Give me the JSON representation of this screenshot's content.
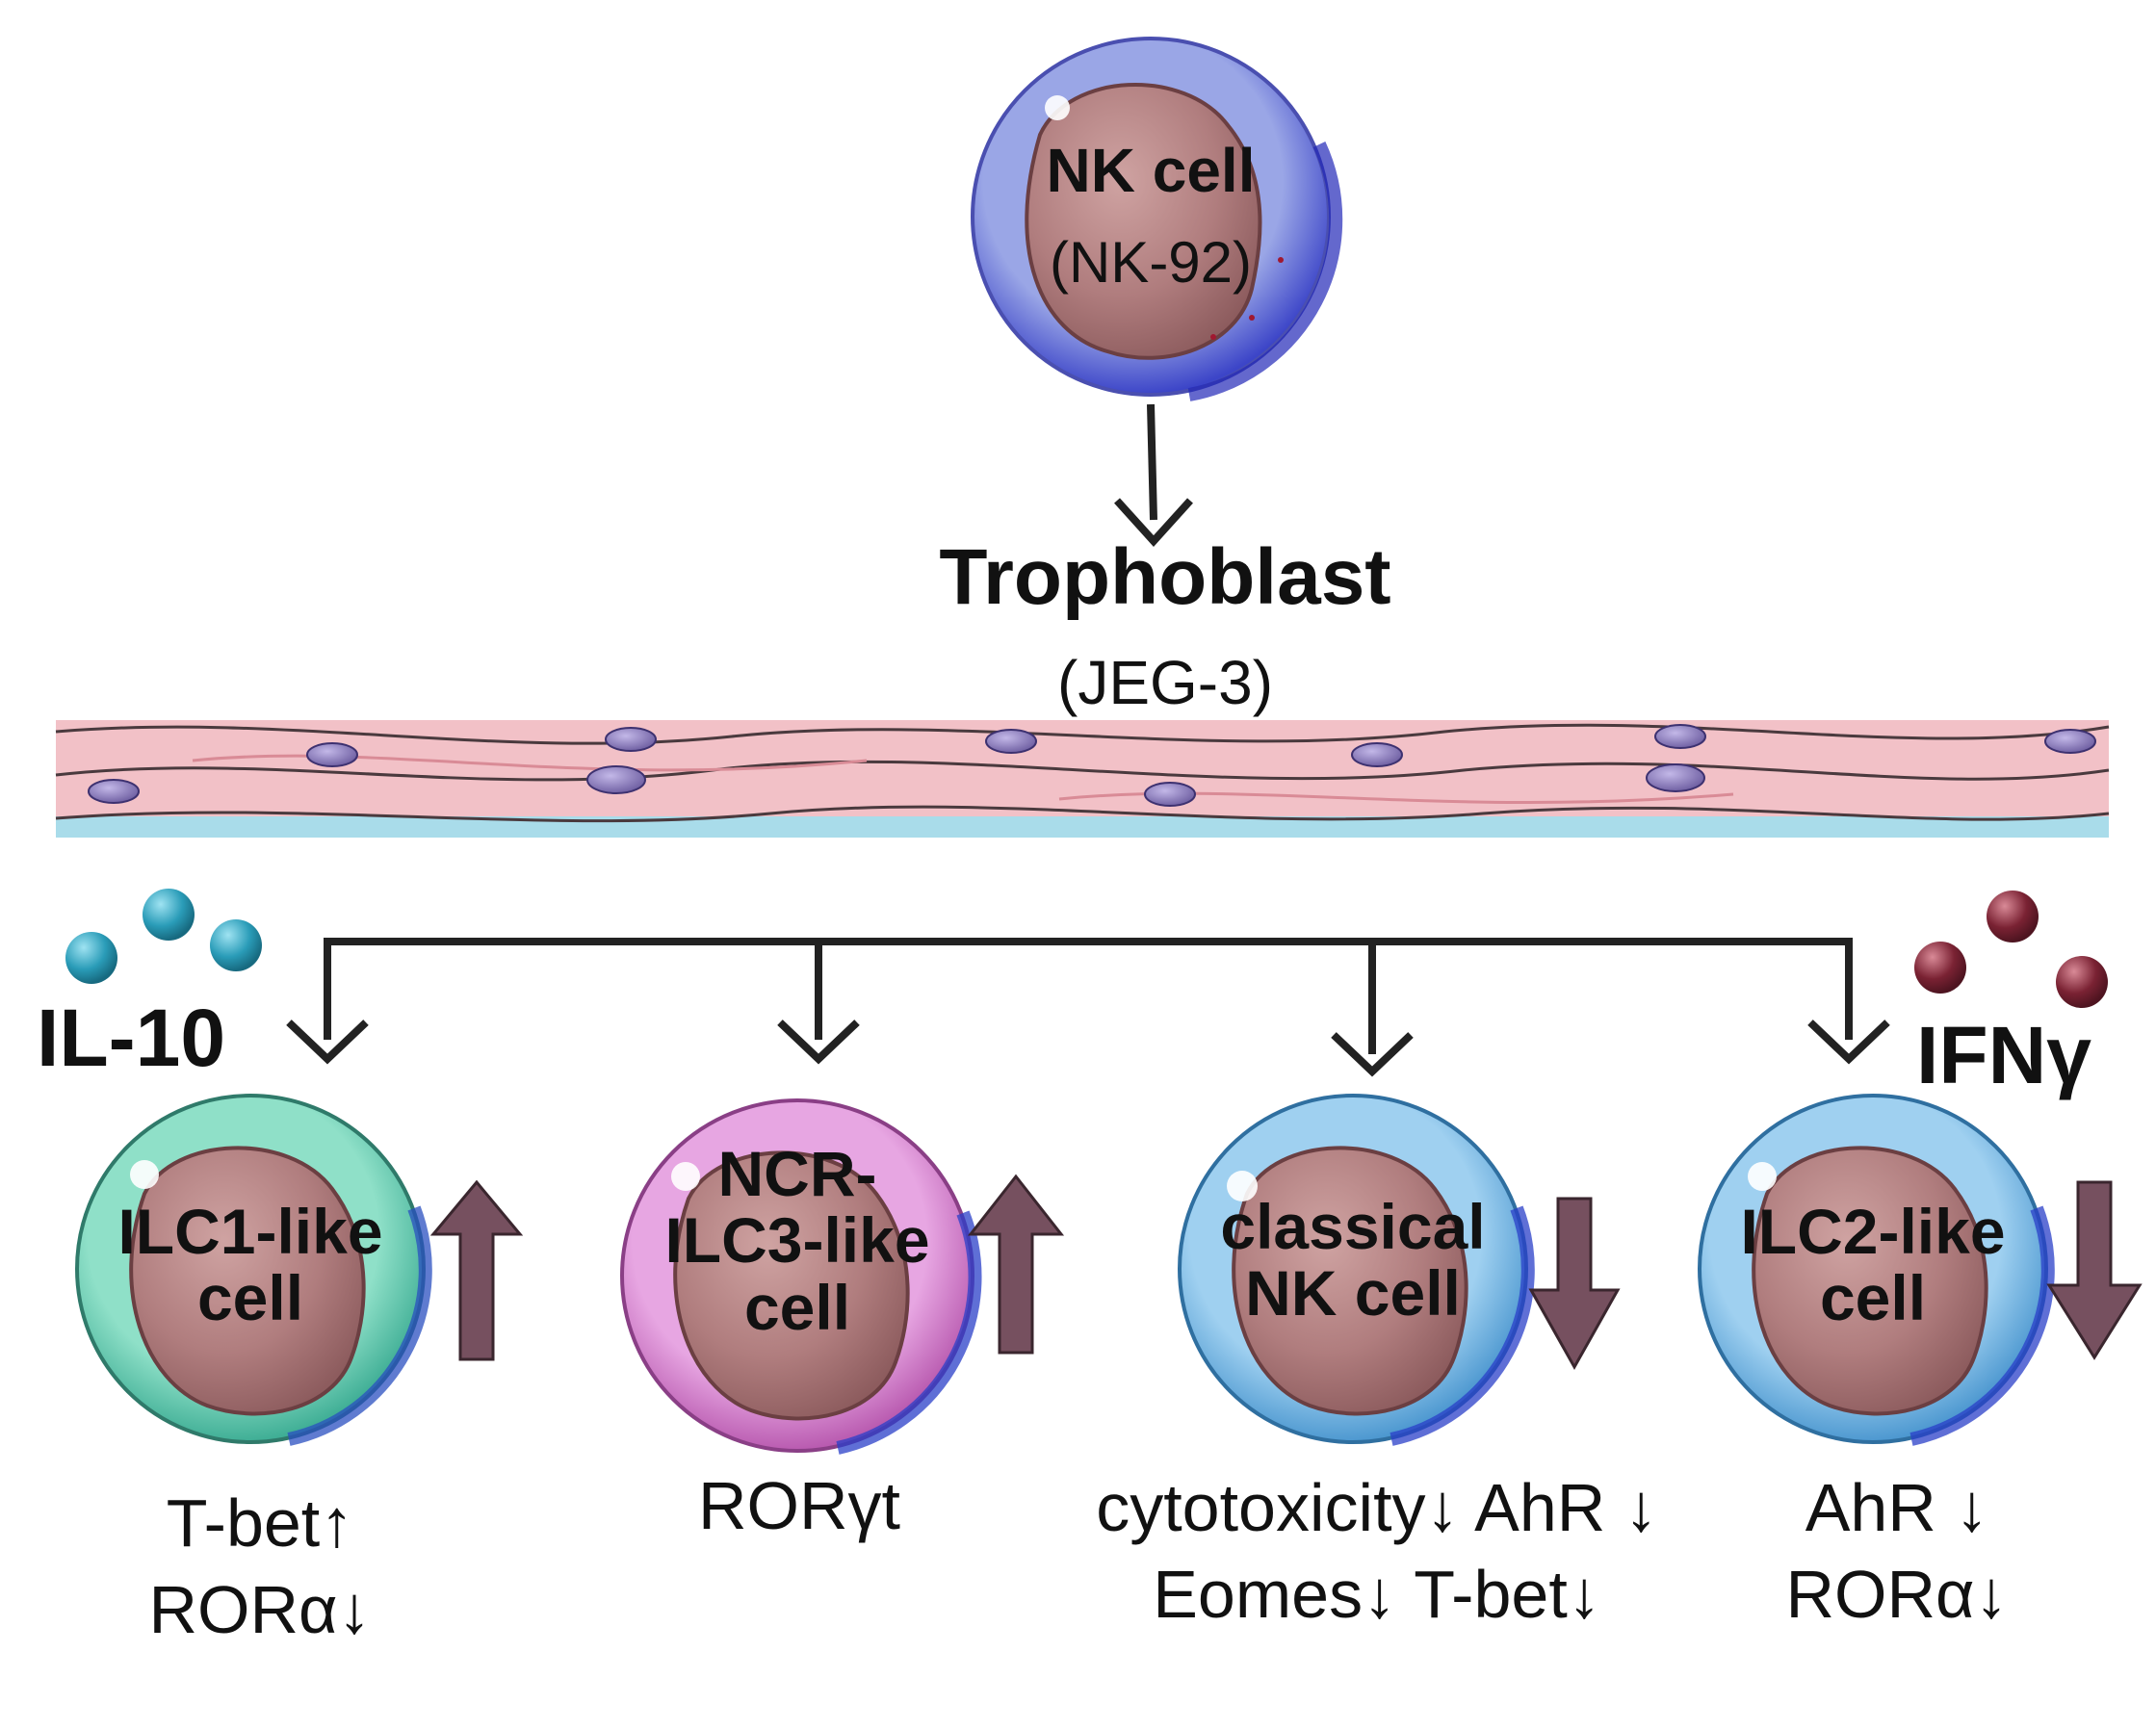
{
  "top_cell": {
    "title": "NK cell",
    "subtitle": "(NK-92)"
  },
  "trophoblast": {
    "title": "Trophoblast",
    "subtitle": "(JEG-3)"
  },
  "cytokines": {
    "left": "IL-10",
    "right": "IFNγ"
  },
  "cells": [
    {
      "label_lines": [
        "ILC1-like",
        "cell"
      ],
      "trend": "up",
      "markers": [
        "T-bet↑",
        "RORα↓"
      ]
    },
    {
      "label_lines": [
        "NCR-",
        "ILC3-like",
        "cell"
      ],
      "trend": "up",
      "markers": [
        "RORγt"
      ]
    },
    {
      "label_lines": [
        "classical",
        "NK cell"
      ],
      "trend": "down",
      "markers": [
        "cytotoxicity↓ AhR ↓",
        "Eomes↓ T-bet↓"
      ]
    },
    {
      "label_lines": [
        "ILC2-like",
        "cell"
      ],
      "trend": "down",
      "markers": [
        "AhR ↓",
        "RORα↓"
      ]
    }
  ],
  "colors": {
    "arrow": "#222222",
    "trend_arrow": "#76505f",
    "il10_dot": "#2a9cb8",
    "ifng_dot": "#7a2233",
    "nucleus": "#b07d7e",
    "tissue": "#f2c1c7"
  }
}
